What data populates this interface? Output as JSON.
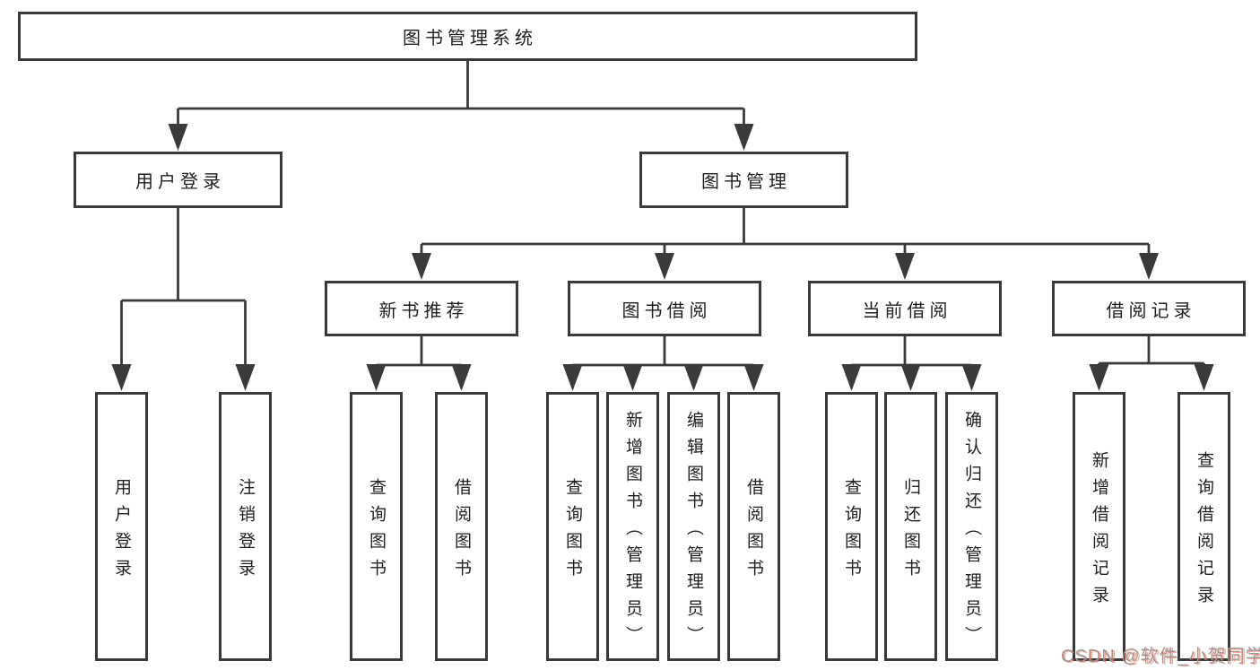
{
  "diagram_title": "图书管理系统",
  "tree": {
    "root": {
      "label": "图书管理系统"
    },
    "children": [
      {
        "label": "用户登录",
        "children": [
          {
            "label": "用户登录"
          },
          {
            "label": "注销登录"
          }
        ]
      },
      {
        "label": "图书管理",
        "children": [
          {
            "label": "新书推荐",
            "children": [
              {
                "label": "查询图书"
              },
              {
                "label": "借阅图书"
              }
            ]
          },
          {
            "label": "图书借阅",
            "children": [
              {
                "label": "查询图书"
              },
              {
                "label": "新增图书（管理员）"
              },
              {
                "label": "编辑图书（管理员）"
              },
              {
                "label": "借阅图书"
              }
            ]
          },
          {
            "label": "当前借阅",
            "children": [
              {
                "label": "查询图书"
              },
              {
                "label": "归还图书"
              },
              {
                "label": "确认归还（管理员）"
              }
            ]
          },
          {
            "label": "借阅记录",
            "children": [
              {
                "label": "新增借阅记录"
              },
              {
                "label": "查询借阅记录"
              }
            ]
          }
        ]
      }
    ]
  },
  "watermark": {
    "text": "CSDN @软件_小贺同学"
  },
  "colors": {
    "background": "#ffffff",
    "line": "#3a3a3a",
    "box_border": "#3a3a3a",
    "text": "#1f1f1f",
    "watermark_text": "#9a9a9a",
    "watermark_shadow": "#fc5531"
  }
}
